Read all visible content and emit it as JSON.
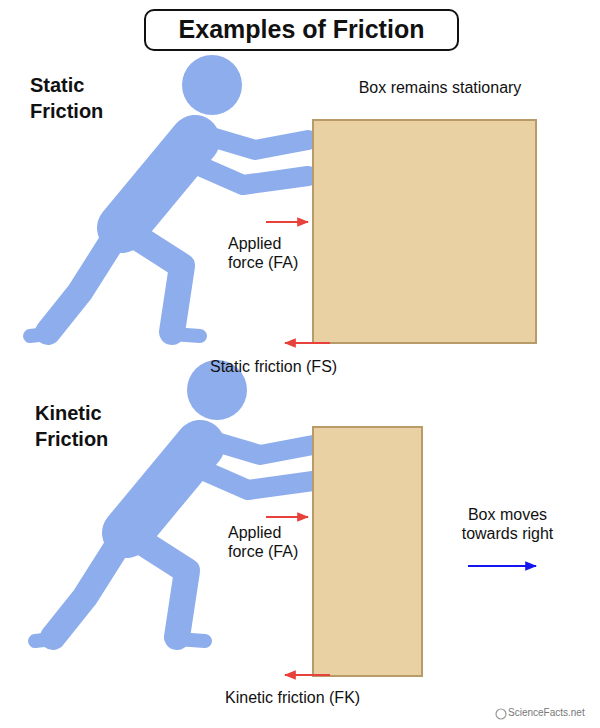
{
  "diagram": {
    "title": "Examples of Friction",
    "labels": [
      "Static Friction",
      "Box remains stationary",
      "Applied force (FA)",
      "Static friction (FS)",
      "Kinetic Friction",
      "Applied force (FA)",
      "Box moves towards right",
      "Kinetic friction (FK)",
      "ScienceFacts.net"
    ]
  }
}
